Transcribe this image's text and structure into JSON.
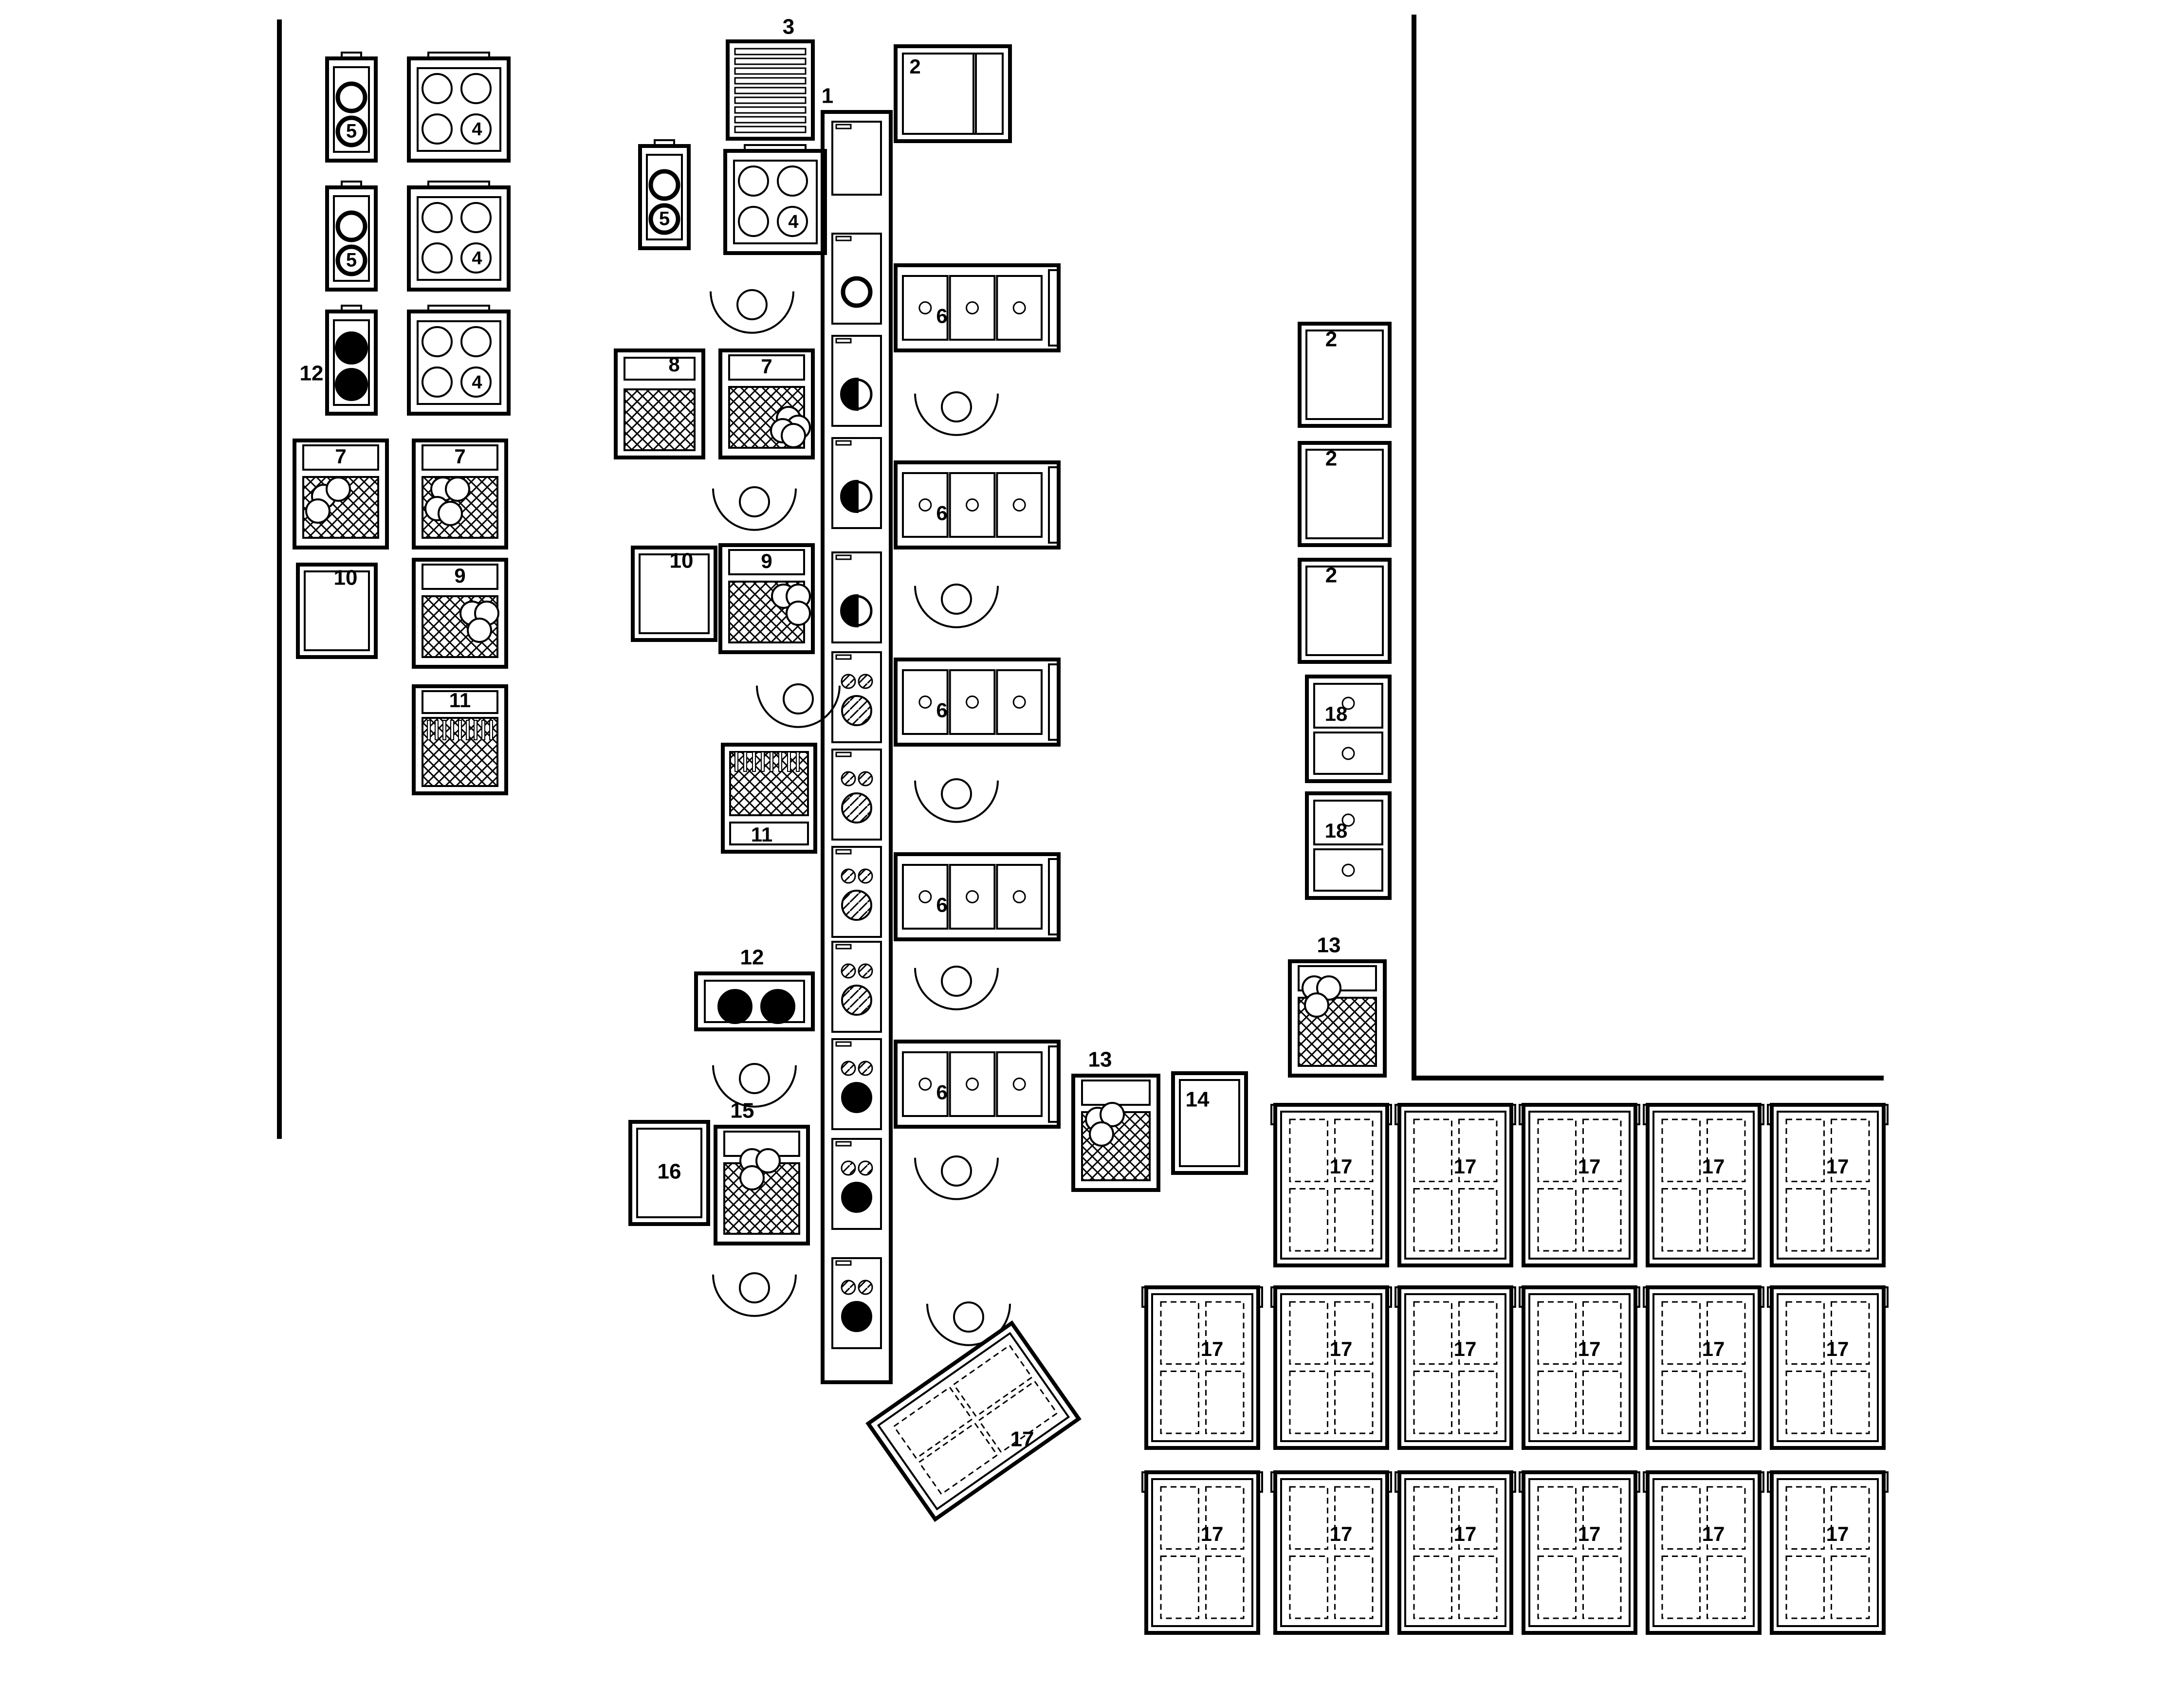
{
  "labels": {
    "n1": "1",
    "n2": "2",
    "n3": "3",
    "n4": "4",
    "n5": "5",
    "n6": "6",
    "n7": "7",
    "n8": "8",
    "n9": "9",
    "n10": "10",
    "n11": "11",
    "n12": "12",
    "n13": "13",
    "n14": "14",
    "n15": "15",
    "n16": "16",
    "n17": "17",
    "n18": "18"
  }
}
